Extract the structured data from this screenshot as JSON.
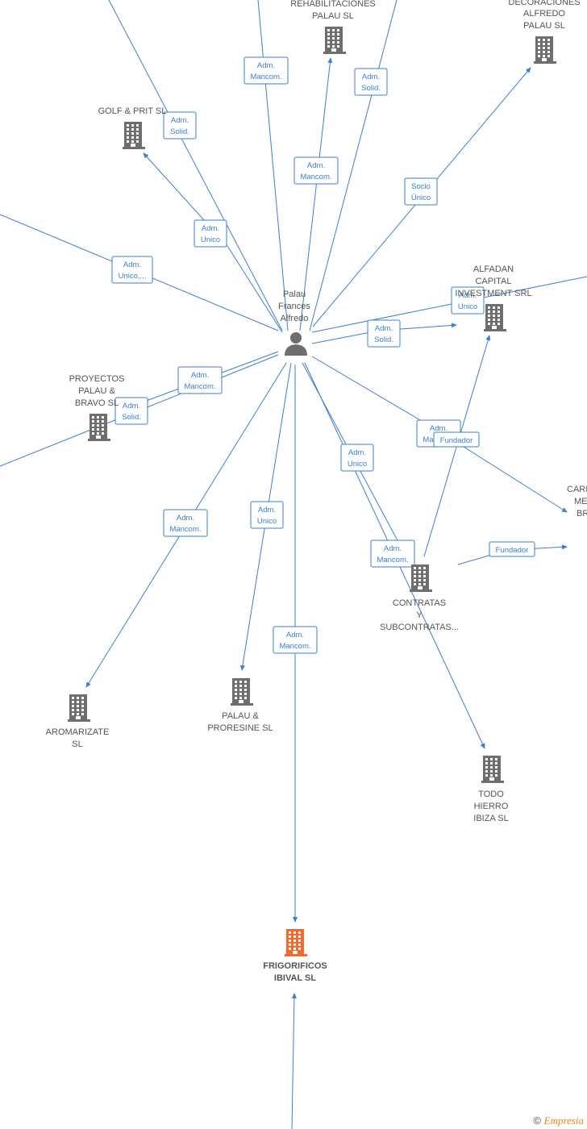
{
  "colors": {
    "edge": "#3a7fd5",
    "company_icon": "#6e6e6e",
    "highlight_icon": "#f26a2e",
    "node_text": "#555555",
    "person_icon": "#6e6e6e"
  },
  "person": {
    "name_lines": [
      "Palau",
      "Frances",
      "Alfredo"
    ],
    "icon": "person-icon"
  },
  "companies": [
    {
      "id": "rehabilitaciones",
      "lines": [
        "REHABILITACIONES",
        "PALAU  SL"
      ],
      "icon": "building-icon"
    },
    {
      "id": "decoraciones",
      "lines": [
        "DECORACIONES",
        "ALFREDO",
        "PALAU SL"
      ],
      "icon": "building-icon"
    },
    {
      "id": "golf",
      "lines": [
        "GOLF & PRIT SL"
      ],
      "icon": "building-icon"
    },
    {
      "id": "alfadan",
      "lines": [
        "ALFADAN",
        "CAPITAL",
        "INVESTMENT SRL"
      ],
      "icon": "building-icon"
    },
    {
      "id": "proyectos",
      "lines": [
        "PROYECTOS",
        "PALAU &",
        "BRAVO  SL"
      ],
      "icon": "building-icon"
    },
    {
      "id": "cari",
      "lines": [
        "CARI",
        "ME",
        "BR"
      ],
      "icon": "building-icon"
    },
    {
      "id": "contratas",
      "lines": [
        "CONTRATAS",
        "Y",
        "SUBCONTRATAS..."
      ],
      "icon": "building-icon"
    },
    {
      "id": "aromarizate",
      "lines": [
        "AROMARIZATE",
        "SL"
      ],
      "icon": "building-icon"
    },
    {
      "id": "palau-proresine",
      "lines": [
        "PALAU &",
        "PRORESINE  SL"
      ],
      "icon": "building-icon"
    },
    {
      "id": "todo-hierro",
      "lines": [
        "TODO",
        "HIERRO",
        "IBIZA  SL"
      ],
      "icon": "building-icon"
    },
    {
      "id": "frigorificos",
      "lines": [
        "FRIGORIFICOS",
        "IBIVAL  SL"
      ],
      "icon": "building-icon",
      "highlight": true
    }
  ],
  "edge_labels": [
    {
      "id": "l1",
      "lines": [
        "Adm.",
        "Mancom."
      ]
    },
    {
      "id": "l2",
      "lines": [
        "Adm.",
        "Solid."
      ]
    },
    {
      "id": "l3",
      "lines": [
        "Adm.",
        "Solid."
      ]
    },
    {
      "id": "l4",
      "lines": [
        "Adm.",
        "Mancom."
      ]
    },
    {
      "id": "l5",
      "lines": [
        "Socio",
        "Único"
      ]
    },
    {
      "id": "l6",
      "lines": [
        "Adm.",
        "Unico"
      ]
    },
    {
      "id": "l7",
      "lines": [
        "Adm.",
        "Unico,..."
      ]
    },
    {
      "id": "l8",
      "lines": [
        "Adm.",
        "Unico"
      ]
    },
    {
      "id": "l9",
      "lines": [
        "Adm.",
        "Solid."
      ]
    },
    {
      "id": "l10",
      "lines": [
        "Adm.",
        "Mancom."
      ]
    },
    {
      "id": "l11",
      "lines": [
        "Adm.",
        "Solid."
      ]
    },
    {
      "id": "l12",
      "lines": [
        "Adm.",
        "Ma"
      ]
    },
    {
      "id": "l13",
      "lines": [
        "Fundador"
      ]
    },
    {
      "id": "l14",
      "lines": [
        "Adm.",
        "Unico"
      ]
    },
    {
      "id": "l15",
      "lines": [
        "Adm.",
        "Mancom."
      ]
    },
    {
      "id": "l16",
      "lines": [
        "Adm.",
        "Unico"
      ]
    },
    {
      "id": "l17",
      "lines": [
        "Adm.",
        "Mancom."
      ]
    },
    {
      "id": "l18",
      "lines": [
        "Fundador"
      ]
    },
    {
      "id": "l19",
      "lines": [
        "Adm.",
        "Mancom."
      ]
    }
  ],
  "footer": {
    "copyright_symbol": "©",
    "brand": "Empresia"
  }
}
